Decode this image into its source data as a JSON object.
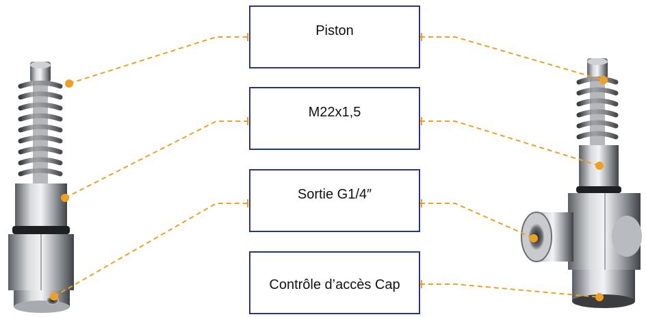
{
  "labels": {
    "piston": "Piston",
    "thread": "M22x1,5",
    "outlet": "Sortie G1/4″",
    "cap": "Contrôle d’accès Cap"
  },
  "colors": {
    "leader": "#f0a020",
    "box_border": "#2a3580",
    "text": "#111111",
    "metal_light": "#e4e6e8",
    "metal_dark": "#4a4d52"
  },
  "icons": {
    "left_part": "straight-piston-valve-illustration",
    "right_part": "angled-piston-valve-illustration"
  }
}
